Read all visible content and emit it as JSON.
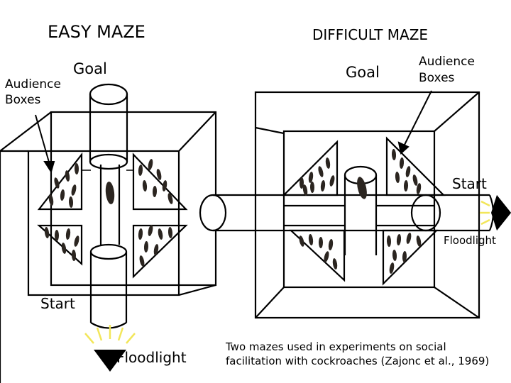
{
  "titles": {
    "easy": "EASY MAZE",
    "difficult": "DIFFICULT MAZE"
  },
  "easy_maze": {
    "goal": "Goal",
    "audience_line1": "Audience",
    "audience_line2": "Boxes",
    "start": "Start",
    "floodlight": "Floodlight"
  },
  "difficult_maze": {
    "goal": "Goal",
    "audience_line1": "Audience",
    "audience_line2": "Boxes",
    "start": "Start",
    "floodlight": "Floodlight"
  },
  "caption": "Two mazes used in experiments on social facilitation with cockroaches (Zajonc et al., 1969)",
  "colors": {
    "line": "#000000",
    "background": "#ffffff",
    "floodlight_rays": "#f2e65a",
    "cockroach": "#2b2520"
  }
}
